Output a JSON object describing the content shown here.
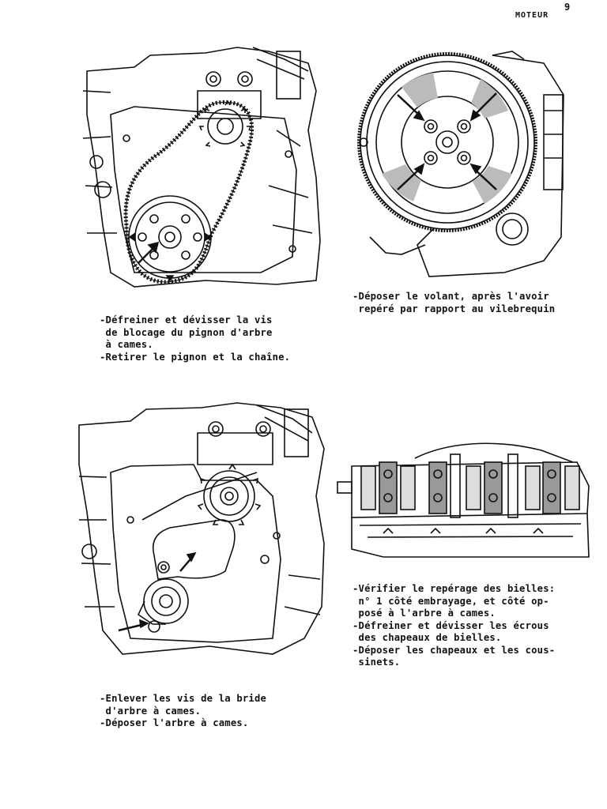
{
  "header": {
    "page_number": "9",
    "section": "MOTEUR"
  },
  "figures": [
    {
      "caption_lines": [
        "-Défreiner et dévisser la vis",
        " de blocage du pignon d'arbre",
        " à cames.",
        "-Retirer le pignon et la chaîne."
      ]
    },
    {
      "caption_lines": [
        "-Déposer le volant, après l'avoir",
        " repéré par rapport au vilebrequin"
      ]
    },
    {
      "caption_lines": [
        "-Enlever les vis de la bride",
        " d'arbre à cames.",
        "-Déposer l'arbre à cames."
      ]
    },
    {
      "caption_lines": [
        "-Vérifier le repérage des bielles:",
        " n° 1 côté embrayage, et côté op-",
        " posé à l'arbre à cames.",
        "-Défreiner et dévisser les écrous",
        " des chapeaux de bielles.",
        "-Déposer les chapeaux et les cous-",
        " sinets."
      ]
    }
  ]
}
